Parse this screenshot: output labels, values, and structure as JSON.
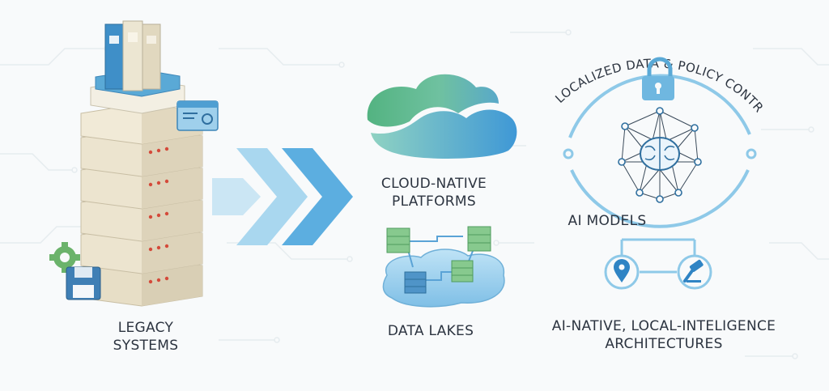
{
  "legacy": {
    "line1": "LEGACY",
    "line2": "SYSTEMS"
  },
  "cloud": {
    "line1": "CLOUD-NATIVE",
    "line2": "PLATFORMS"
  },
  "lakes": {
    "label": "DATA LAKES"
  },
  "ai": {
    "ring_text": "LOCALIZED DATA & POLICY CONTROLS",
    "models": "AI MODELS"
  },
  "arch": {
    "line1": "AI-NATIVE, LOCAL-INTELIGENCE",
    "line2": "ARCHITECTURES"
  },
  "colors": {
    "arrow_light": "#cbe6f4",
    "arrow_mid": "#8fcae8",
    "arrow_dark": "#4fa6d8",
    "ring": "#8ec9e8",
    "icon_blue": "#2f84c4",
    "server": "#ece4cf",
    "cloud_green": "#58b886",
    "cloud_blue": "#4aa3d8",
    "gear": "#6bb36b"
  }
}
